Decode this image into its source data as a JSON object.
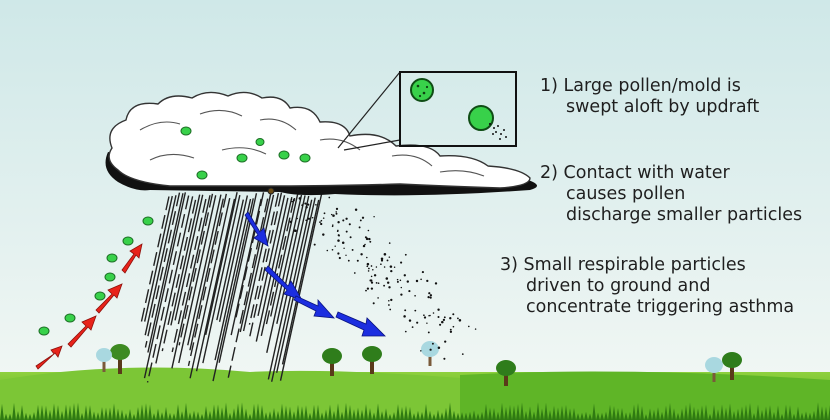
{
  "steps": [
    {
      "number": "1)",
      "lines": [
        "Large pollen/mold is",
        "swept aloft by updraft"
      ]
    },
    {
      "number": "2)",
      "lines": [
        "Contact with water",
        "causes pollen",
        "discharge smaller particles"
      ]
    },
    {
      "number": "3)",
      "lines": [
        "Small respirable particles",
        "driven to ground and",
        "concentrate triggering asthma"
      ]
    }
  ],
  "colors": {
    "sky_top": "#cfe8e8",
    "sky_bottom": "#f4f8f5",
    "grass": "#6fbf2e",
    "grass_dark": "#3e8f17",
    "cloud": "#ffffff",
    "cloud_shadow": "#111111",
    "pollen": "#38d14a",
    "updraft_arrow": "#e8231b",
    "downdraft_arrow": "#1c2ee0",
    "rain": "#222222"
  },
  "icons": [
    "cloud-icon",
    "rain-icon",
    "pollen-icon",
    "updraft-arrow-icon",
    "downdraft-arrow-icon",
    "tree-icon",
    "zoom-inset-icon"
  ]
}
